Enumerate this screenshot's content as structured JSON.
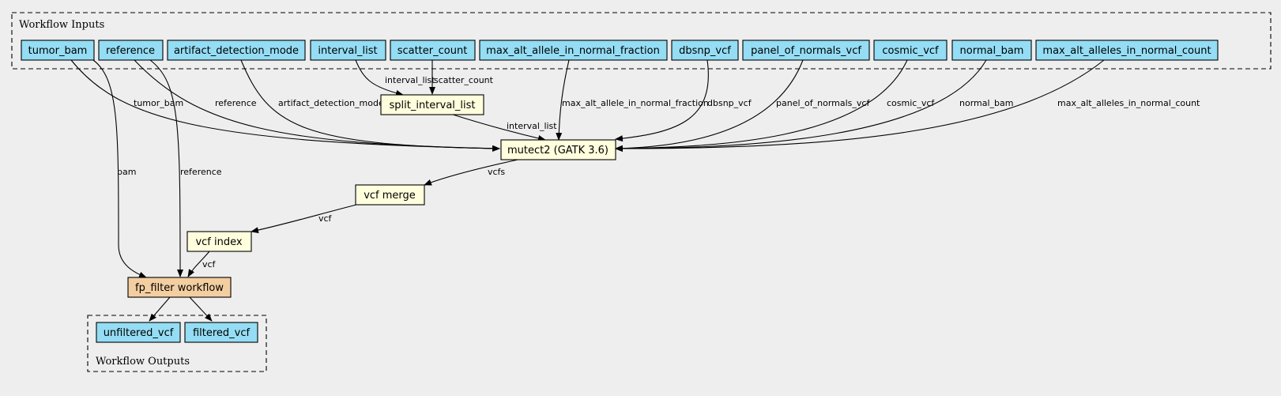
{
  "clusters": {
    "inputs": {
      "label": "Workflow Inputs"
    },
    "outputs": {
      "label": "Workflow Outputs"
    }
  },
  "colors": {
    "input": "#94ddf4",
    "step": "#ffffdd",
    "subworkflow": "#f3cea1",
    "output": "#94ddf4",
    "background": "#eeeeee"
  },
  "nodes": {
    "tumor_bam": "tumor_bam",
    "reference": "reference",
    "artifact_detection_mode": "artifact_detection_mode",
    "interval_list": "interval_list",
    "scatter_count": "scatter_count",
    "max_alt_allele_in_normal_fraction": "max_alt_allele_in_normal_fraction",
    "dbsnp_vcf": "dbsnp_vcf",
    "panel_of_normals_vcf": "panel_of_normals_vcf",
    "cosmic_vcf": "cosmic_vcf",
    "normal_bam": "normal_bam",
    "max_alt_alleles_in_normal_count": "max_alt_alleles_in_normal_count",
    "split_interval_list": "split_interval_list",
    "mutect2": "mutect2 (GATK 3.6)",
    "vcf_merge": "vcf merge",
    "vcf_index": "vcf index",
    "fp_filter": "fp_filter workflow",
    "unfiltered_vcf": "unfiltered_vcf",
    "filtered_vcf": "filtered_vcf"
  },
  "edge_labels": {
    "tumor_bam_mutect": "tumor_bam",
    "reference_mutect": "reference",
    "artifact_mutect": "artifact_detection_mode",
    "interval_split": "interval_list",
    "scatter_split": "scatter_count",
    "maxfrac_mutect": "max_alt_allele_in_normal_fraction",
    "dbsnp_mutect": "dbsnp_vcf",
    "pon_mutect": "panel_of_normals_vcf",
    "cosmic_mutect": "cosmic_vcf",
    "normal_mutect": "normal_bam",
    "maxcount_mutect": "max_alt_alleles_in_normal_count",
    "split_mutect": "interval_list",
    "mutect_merge": "vcfs",
    "merge_index": "vcf",
    "index_fp": "vcf",
    "bam_fp": "bam",
    "reference_fp": "reference"
  }
}
